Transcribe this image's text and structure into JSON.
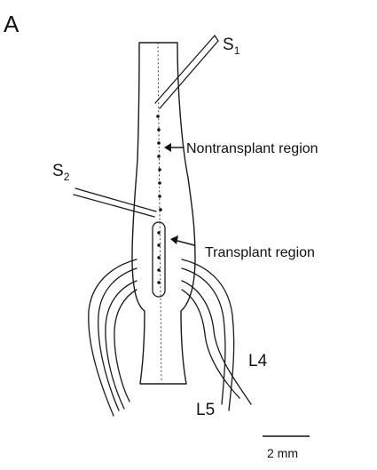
{
  "panel_label": "A",
  "electrodes": {
    "s1": {
      "letter": "S",
      "sub": "1"
    },
    "s2": {
      "letter": "S",
      "sub": "2"
    }
  },
  "regions": {
    "nontransplant": "Nontransplant region",
    "transplant": "Transplant region"
  },
  "roots": {
    "l4": "L4",
    "l5": "L5"
  },
  "scale_bar": {
    "label": "2 mm"
  }
}
